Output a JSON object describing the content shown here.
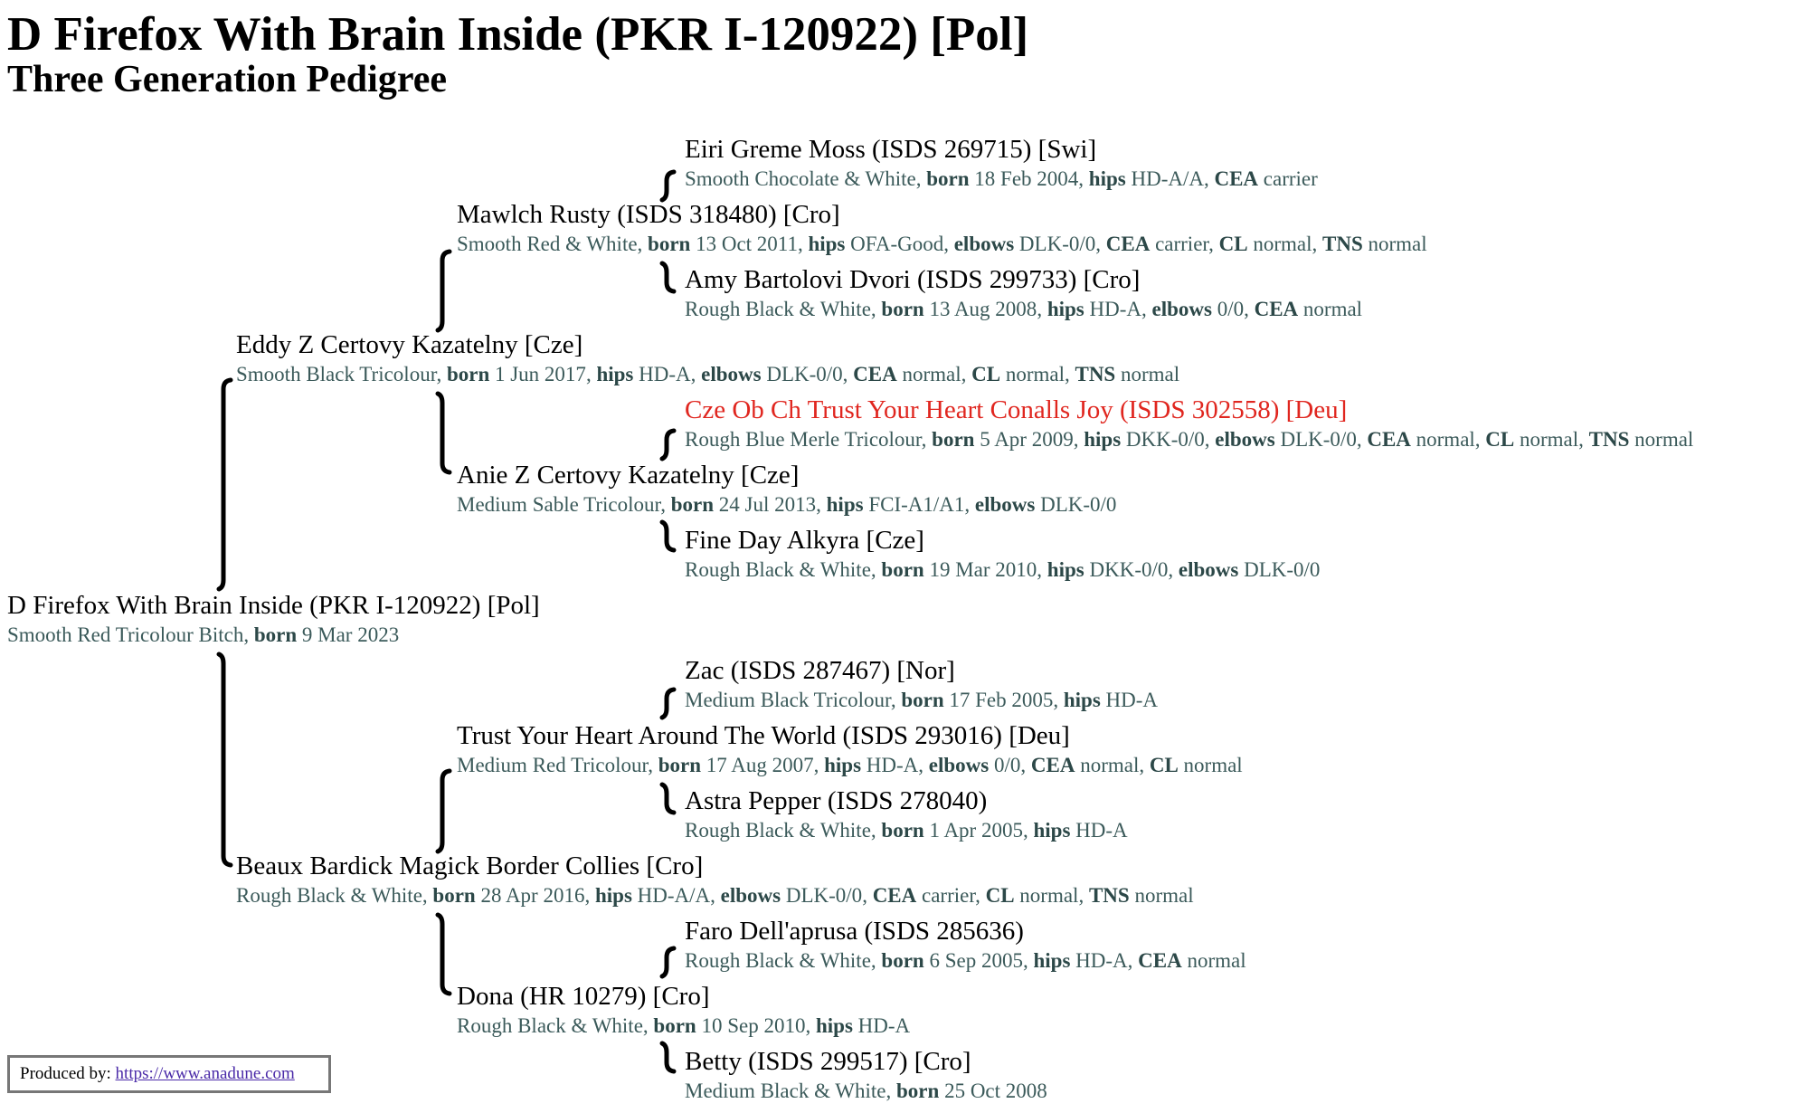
{
  "page": {
    "title": "D Firefox With Brain Inside (PKR I-120922) [Pol]",
    "subtitle": "Three Generation Pedigree"
  },
  "footer": {
    "label": "Produced by:",
    "link": "https://www.anadune.com"
  },
  "pedigree": {
    "subject": {
      "name": "D Firefox With Brain Inside (PKR I-120922) [Pol]",
      "coat": "Smooth Red Tricolour Bitch",
      "born": "9 Mar 2023"
    },
    "sire": {
      "name": "Eddy Z Certovy Kazatelny [Cze]",
      "coat": "Smooth Black Tricolour",
      "born": "1 Jun 2017",
      "hips": "HD-A",
      "elbows": "DLK-0/0",
      "cea": "normal",
      "cl": "normal",
      "tns": "normal"
    },
    "dam": {
      "name": "Beaux Bardick Magick Border Collies [Cro]",
      "coat": "Rough Black & White",
      "born": "28 Apr 2016",
      "hips": "HD-A/A",
      "elbows": "DLK-0/0",
      "cea": "carrier",
      "cl": "normal",
      "tns": "normal"
    },
    "sire_sire": {
      "name": "Mawlch Rusty (ISDS 318480) [Cro]",
      "coat": "Smooth Red & White",
      "born": "13 Oct 2011",
      "hips": "OFA-Good",
      "elbows": "DLK-0/0",
      "cea": "carrier",
      "cl": "normal",
      "tns": "normal"
    },
    "sire_dam": {
      "name": "Anie Z Certovy Kazatelny [Cze]",
      "coat": "Medium Sable Tricolour",
      "born": "24 Jul 2013",
      "hips": "FCI-A1/A1",
      "elbows": "DLK-0/0"
    },
    "dam_sire": {
      "name": "Trust Your Heart Around The World (ISDS 293016) [Deu]",
      "coat": "Medium Red Tricolour",
      "born": "17 Aug 2007",
      "hips": "HD-A",
      "elbows": "0/0",
      "cea": "normal",
      "cl": "normal"
    },
    "dam_dam": {
      "name": "Dona (HR 10279) [Cro]",
      "coat": "Rough Black & White",
      "born": "10 Sep 2010",
      "hips": "HD-A"
    },
    "sss": {
      "name": "Eiri Greme Moss (ISDS 269715) [Swi]",
      "coat": "Smooth Chocolate & White",
      "born": "18 Feb 2004",
      "hips": "HD-A/A",
      "cea": "carrier"
    },
    "ssd": {
      "name": "Amy Bartolovi Dvori (ISDS 299733) [Cro]",
      "coat": "Rough Black & White",
      "born": "13 Aug 2008",
      "hips": "HD-A",
      "elbows": "0/0",
      "cea": "normal"
    },
    "sds": {
      "name": "Cze Ob Ch Trust Your Heart Conalls Joy (ISDS 302558) [Deu]",
      "coat": "Rough Blue Merle Tricolour",
      "born": "5 Apr 2009",
      "hips": "DKK-0/0",
      "elbows": "DLK-0/0",
      "cea": "normal",
      "cl": "normal",
      "tns": "normal"
    },
    "sdd": {
      "name": "Fine Day Alkyra [Cze]",
      "coat": "Rough Black & White",
      "born": "19 Mar 2010",
      "hips": "DKK-0/0",
      "elbows": "DLK-0/0"
    },
    "dss": {
      "name": "Zac (ISDS 287467) [Nor]",
      "coat": "Medium Black Tricolour",
      "born": "17 Feb 2005",
      "hips": "HD-A"
    },
    "dsd": {
      "name": "Astra Pepper (ISDS 278040)",
      "coat": "Rough Black & White",
      "born": "1 Apr 2005",
      "hips": "HD-A"
    },
    "dds": {
      "name": "Faro Dell'aprusa (ISDS 285636)",
      "coat": "Rough Black & White",
      "born": "6 Sep 2005",
      "hips": "HD-A",
      "cea": "normal"
    },
    "ddd": {
      "name": "Betty (ISDS 299517) [Cro]",
      "coat": "Medium Black & White",
      "born": "25 Oct 2008"
    }
  }
}
